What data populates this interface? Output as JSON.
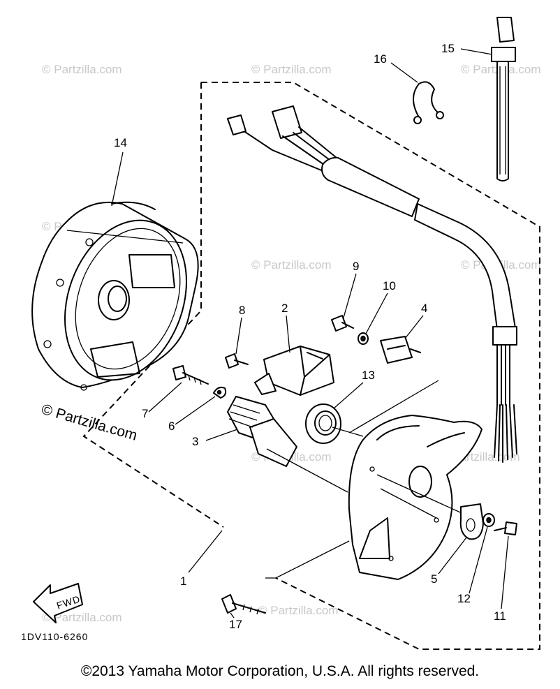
{
  "diagram": {
    "callouts": [
      {
        "id": "1",
        "text": "1"
      },
      {
        "id": "2",
        "text": "2"
      },
      {
        "id": "3",
        "text": "3"
      },
      {
        "id": "4",
        "text": "4"
      },
      {
        "id": "5",
        "text": "5"
      },
      {
        "id": "6",
        "text": "6"
      },
      {
        "id": "7",
        "text": "7"
      },
      {
        "id": "8",
        "text": "8"
      },
      {
        "id": "9",
        "text": "9"
      },
      {
        "id": "10",
        "text": "10"
      },
      {
        "id": "11",
        "text": "11"
      },
      {
        "id": "12",
        "text": "12"
      },
      {
        "id": "13",
        "text": "13"
      },
      {
        "id": "14",
        "text": "14"
      },
      {
        "id": "15",
        "text": "15"
      },
      {
        "id": "16",
        "text": "16"
      },
      {
        "id": "17",
        "text": "17"
      }
    ],
    "fwd_label": "FWD",
    "drawing_code": "1DV110-6260",
    "watermark_main": "© Partzilla.com",
    "watermark_repeat": "© Partzilla.com"
  },
  "footer": {
    "copyright": "©2013 Yamaha Motor Corporation, U.S.A. All rights reserved."
  }
}
